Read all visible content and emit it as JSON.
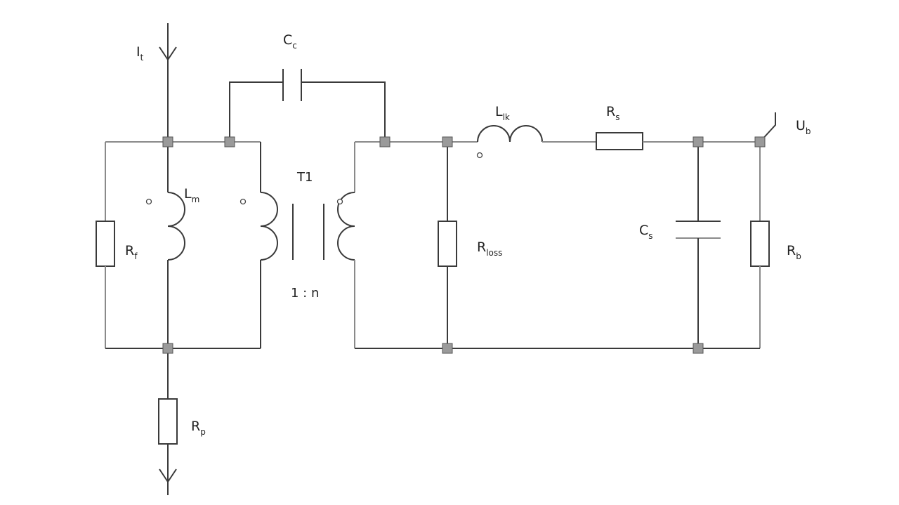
{
  "labels": {
    "it": {
      "main": "I",
      "sub": "t"
    },
    "cc": {
      "main": "C",
      "sub": "c"
    },
    "lm": {
      "main": "L",
      "sub": "m"
    },
    "rf": {
      "main": "R",
      "sub": "f"
    },
    "rp": {
      "main": "R",
      "sub": "p"
    },
    "lk": {
      "main": "L",
      "sub": "lk"
    },
    "rs": {
      "main": "R",
      "sub": "s"
    },
    "ub": {
      "main": "U",
      "sub": "b"
    },
    "rloss": {
      "main": "R",
      "sub": "loss"
    },
    "cs": {
      "main": "C",
      "sub": "s"
    },
    "rb": {
      "main": "R",
      "sub": "b"
    }
  },
  "transformer": {
    "name": "T1",
    "ratio": "1 : n"
  }
}
